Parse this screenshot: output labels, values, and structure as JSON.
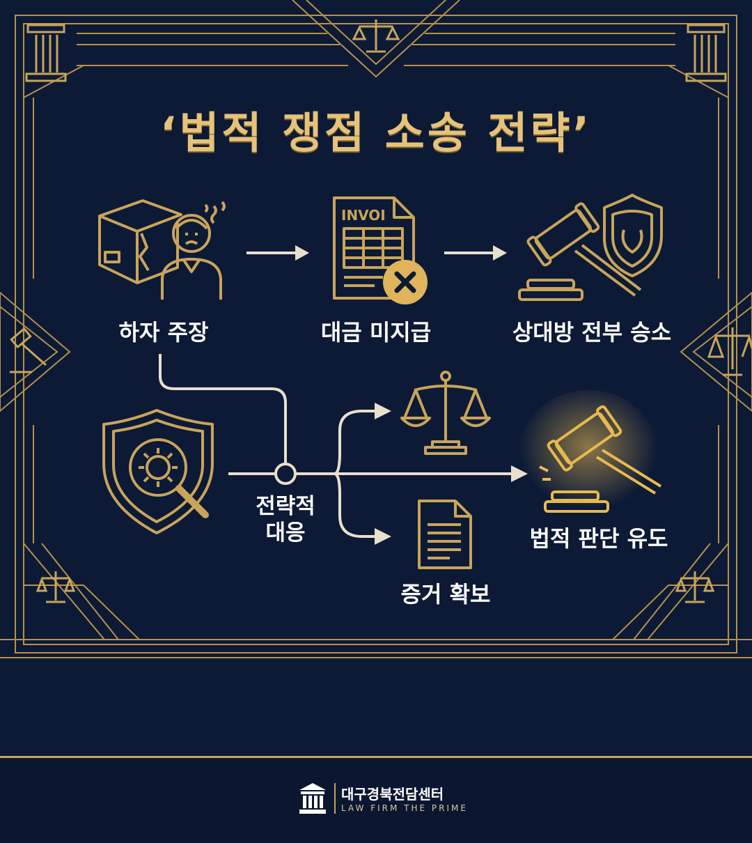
{
  "title": "‘법적 쟁점 소송 전략’",
  "top_flow": {
    "step1": "하자 주장",
    "step2": "대금 미지급",
    "step3": "상대방 전부 승소",
    "invoice_text": "INVOI"
  },
  "strategy": {
    "node_label_line1": "전략적",
    "node_label_line2": "대응",
    "outcome_main": "법적 판단 유도",
    "outcome_evidence": "증거 확보"
  },
  "footer": {
    "brand_name": "대구경북전담센터",
    "brand_sub": "LAW FIRM THE PRIME"
  },
  "colors": {
    "background": "#0c1a36",
    "gold": "#c9a45a",
    "title_gold": "#e6c27a",
    "arrow": "#e8e0cc"
  }
}
